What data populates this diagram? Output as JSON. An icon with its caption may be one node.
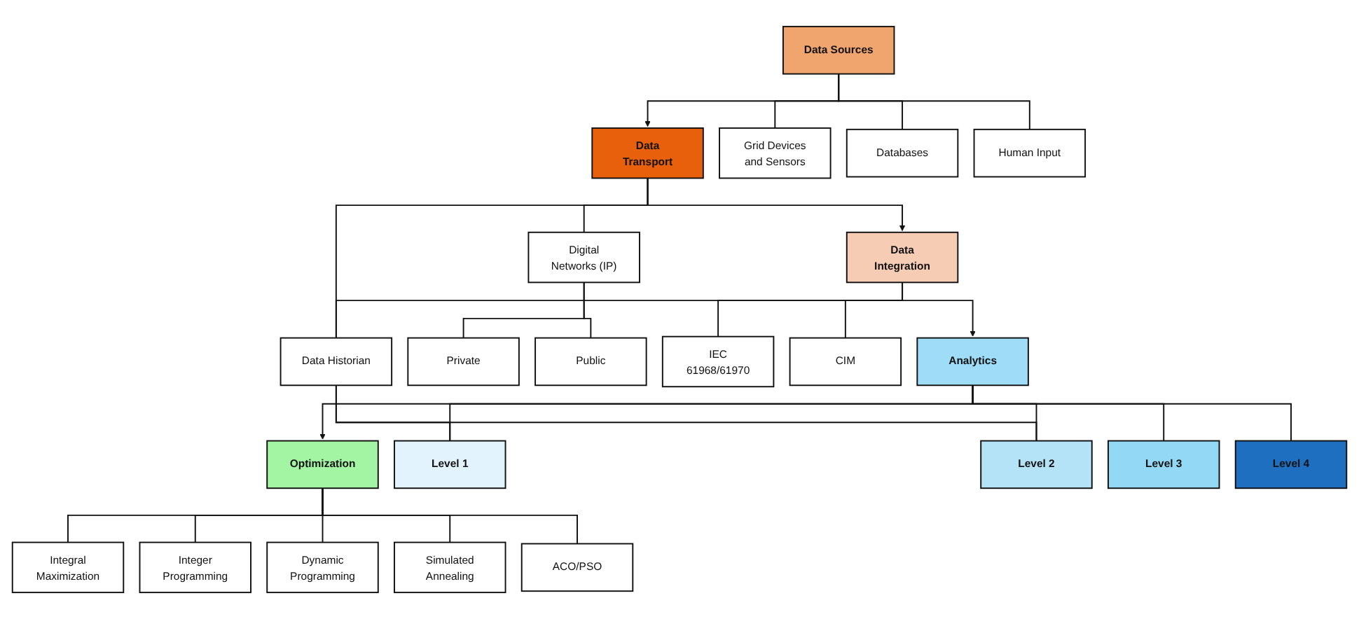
{
  "diagram": {
    "nodes": [
      {
        "text": [
          "Data Sources"
        ]
      },
      {
        "text": [
          "Data Transport"
        ]
      },
      {
        "text": [
          "Data Integration"
        ]
      },
      {
        "text": [
          "Analytics"
        ]
      },
      {
        "text": [
          "Optimization"
        ]
      },
      {
        "text": [
          "Grid Devices and Sensors"
        ]
      },
      {
        "text": [
          "Databases"
        ]
      },
      {
        "text": [
          "Human Input"
        ]
      },
      {
        "text": [
          "Digital Networks (IP)"
        ]
      },
      {
        "text": [
          "Private"
        ]
      },
      {
        "text": [
          "Public"
        ]
      },
      {
        "text": [
          "IEC 61968/61970"
        ]
      },
      {
        "text": [
          "CIM"
        ]
      },
      {
        "text": [
          "Data Historian"
        ]
      },
      {
        "text": [
          "Level 1"
        ]
      },
      {
        "text": [
          "Level 2"
        ]
      },
      {
        "text": [
          "Level 3"
        ]
      },
      {
        "text": [
          "Level 4"
        ]
      },
      {
        "text": [
          "Integral Maximization"
        ]
      },
      {
        "text": [
          "Integer Programming"
        ]
      },
      {
        "text": [
          "Dynamic Programming"
        ]
      },
      {
        "text": [
          "Simulated Annealing"
        ]
      },
      {
        "text": [
          "ACO/PSO"
        ]
      }
    ],
    "edges": [
      {
        "from": 0,
        "to": 1,
        "arrow": "to"
      },
      {
        "from": 1,
        "to": 2,
        "arrow": "to"
      },
      {
        "from": 2,
        "to": 3,
        "arrow": "to"
      },
      {
        "from": 3,
        "to": 4,
        "arrow": "to"
      },
      {
        "from": 0,
        "to": 5,
        "arrow": "none"
      },
      {
        "from": 0,
        "to": 6,
        "arrow": "none"
      },
      {
        "from": 0,
        "to": 7,
        "arrow": "none"
      },
      {
        "from": 1,
        "to": 8,
        "arrow": "none"
      },
      {
        "from": 8,
        "to": 9,
        "arrow": "none"
      },
      {
        "from": 8,
        "to": 10,
        "arrow": "none"
      },
      {
        "from": 1,
        "to": 13,
        "arrow": "none"
      },
      {
        "from": 2,
        "to": 11,
        "arrow": "none"
      },
      {
        "from": 2,
        "to": 12,
        "arrow": "none"
      },
      {
        "from": 2,
        "to": 13,
        "arrow": "none"
      },
      {
        "from": 13,
        "to": 14,
        "arrow": "none"
      },
      {
        "from": 13,
        "to": 15,
        "arrow": "none"
      },
      {
        "from": 3,
        "to": 14,
        "arrow": "none"
      },
      {
        "from": 3,
        "to": 15,
        "arrow": "none"
      },
      {
        "from": 3,
        "to": 16,
        "arrow": "none"
      },
      {
        "from": 3,
        "to": 17,
        "arrow": "none"
      },
      {
        "from": 4,
        "to": 18,
        "arrow": "none"
      },
      {
        "from": 4,
        "to": 19,
        "arrow": "none"
      },
      {
        "from": 4,
        "to": 20,
        "arrow": "none"
      },
      {
        "from": 4,
        "to": 21,
        "arrow": "none"
      },
      {
        "from": 4,
        "to": 22,
        "arrow": "none"
      }
    ]
  }
}
